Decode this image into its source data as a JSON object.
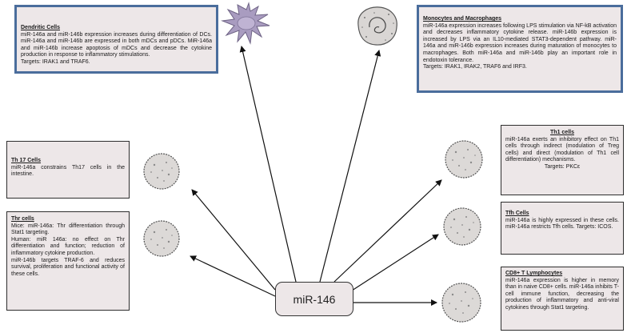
{
  "center": {
    "label": "miR-146"
  },
  "dendritic": {
    "title": "Dendritic Cells",
    "body": "miR-146a and miR-146b expression increases during differentiation of DCs. miR-146a and miR-146b are expressed in both mDCs and pDCs. MiR-146a and miR-146b increase apoptosis of mDCs and decrease the cytokine production in response to inflammatory stimulations.",
    "targets": "Targets: IRAK1 and TRAF6."
  },
  "monocytes": {
    "title": "Monocytes and Macrophages",
    "body": "miR-146a expression increases following LPS stimulation via NF-kB activation and decreases inflammatory cytokine release. miR-146b expression is increased by LPS via an IL10-mediated STAT3-dependent pathway. miR-146a and miR-146b expression increases during maturation of monocytes to macrophages. Both miR-146a and miR-146b play an important role in endotoxin tolerance.",
    "targets": "Targets: IRAK1, IRAK2, TRAF6 and IRF3."
  },
  "th17": {
    "title": "Th 17 Cells",
    "body": "miR-146a constrains Th17 cells in the intestine."
  },
  "treg": {
    "title": "Thr cells",
    "lines": [
      "Mice: miR-146a: Thr differentiation through Stat1 targeting.",
      "Human: miR 146a: no effect on Thr differentiation and function; reduction of inflammatory cytokine production.",
      "miR-146b targets TRAF-6 and reduces survival, proliferation and functional activity of these cells."
    ]
  },
  "th1": {
    "title": "Th1 cells",
    "body": "miR-146a exerts an inhibitory effect on Th1 cells through indirect (modulation of Treg cells) and direct (modulation of Th1 cell differentiation) mechanisms.",
    "targets": "Targets: PKCε"
  },
  "tfh": {
    "title": "Tfh Cells",
    "body": "miR-146a is highly expressed in these cells. miR-146a restricts Tfh cells. Targets: ICOS."
  },
  "cd8": {
    "title": "CD8+ T Lymphocytes",
    "body": "miR-146a expression is higher in memory than in naive CD8+ cells. miR-146a inhibits T-cell immune function, decreasing the production of inflammatory and anti-viral cytokines through Stat1 targeting."
  },
  "colors": {
    "box_fill": "#ede7e8",
    "blue_border": "#4a6d9c",
    "dark_border": "#2e2e2e",
    "dendritic_cell": "#a99cc0"
  }
}
